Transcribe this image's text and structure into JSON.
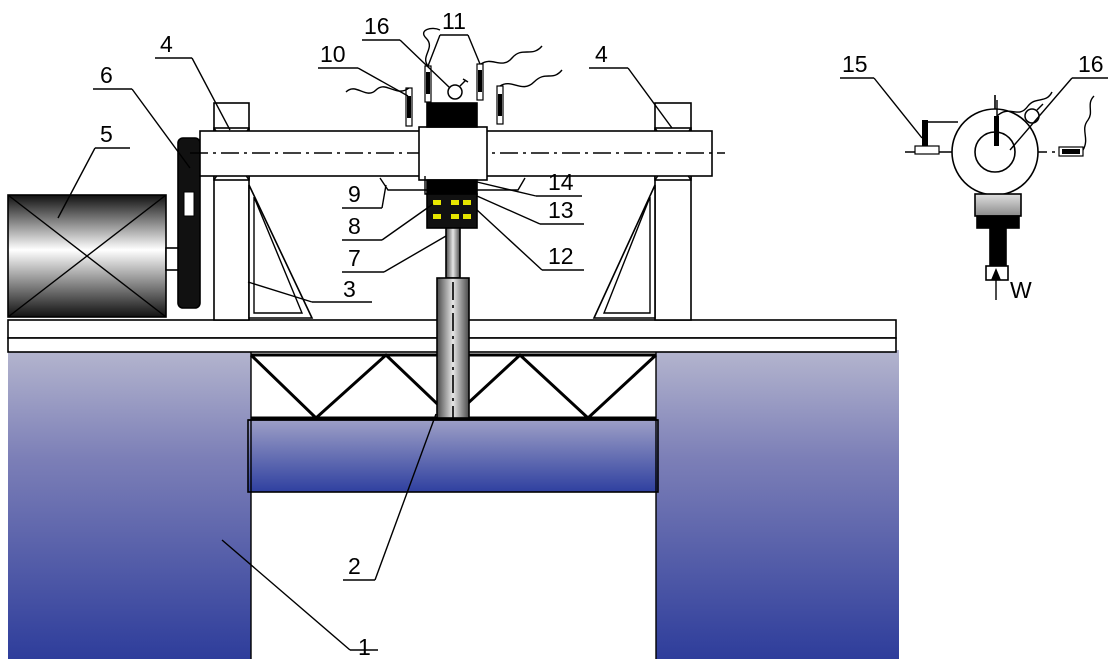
{
  "labels": {
    "l1": "1",
    "l2": "2",
    "l3": "3",
    "l4a": "4",
    "l4b": "4",
    "l5": "5",
    "l6": "6",
    "l7": "7",
    "l8": "8",
    "l9": "9",
    "l10": "10",
    "l11": "11",
    "l12": "12",
    "l13": "13",
    "l14": "14",
    "l15": "15",
    "l16a": "16",
    "l16b": "16",
    "load": "W"
  },
  "colors": {
    "frame_blue_top": "#a4a6c6",
    "frame_blue_bottom": "#2f3f9c",
    "motor_dark": "#111111",
    "motor_light": "#ffffff",
    "shaft_gray": "#888888",
    "sample_black": "#000000",
    "yellow_marks": "#e6e600",
    "insert_gray": "#a6a6a6"
  }
}
